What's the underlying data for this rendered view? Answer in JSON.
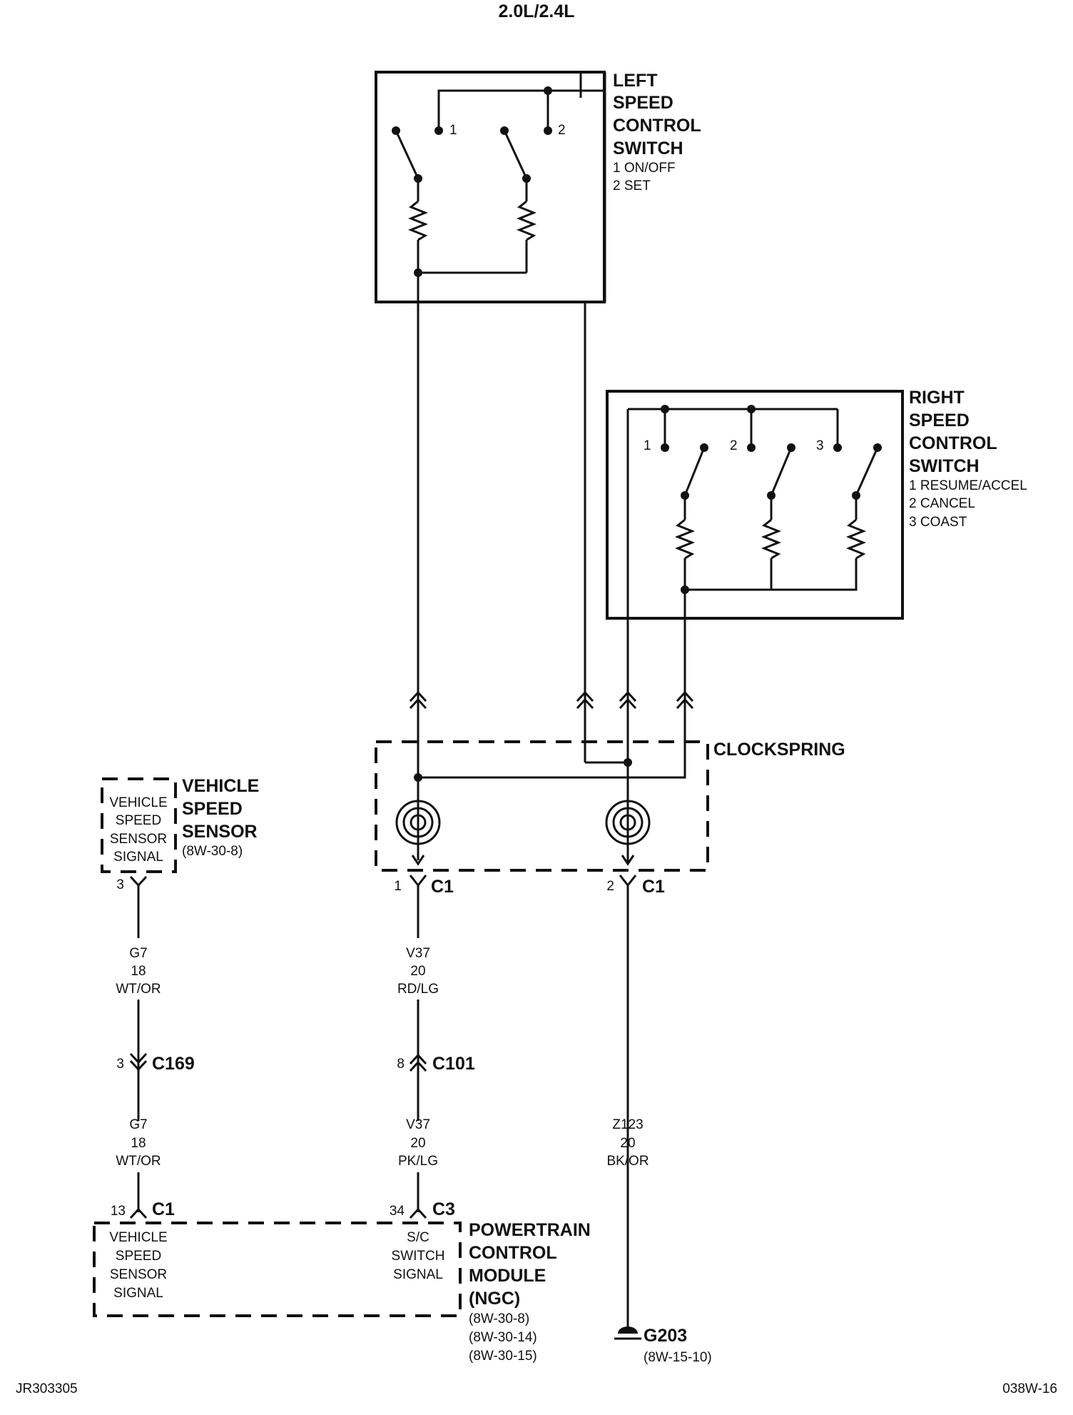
{
  "title": "2.0L/2.4L",
  "left_switch": {
    "name": [
      "LEFT",
      "SPEED",
      "CONTROL",
      "SWITCH"
    ],
    "items": [
      "1 ON/OFF",
      "2 SET"
    ],
    "pin_labels": [
      "1",
      "2"
    ]
  },
  "right_switch": {
    "name": [
      "RIGHT",
      "SPEED",
      "CONTROL",
      "SWITCH"
    ],
    "items": [
      "1 RESUME/ACCEL",
      "2 CANCEL",
      "3 COAST"
    ],
    "pin_labels": [
      "1",
      "2",
      "3"
    ]
  },
  "clockspring": {
    "name": "CLOCKSPRING",
    "connectors": [
      {
        "pin": "1",
        "name": "C1"
      },
      {
        "pin": "2",
        "name": "C1"
      }
    ]
  },
  "vss": {
    "name": [
      "VEHICLE",
      "SPEED",
      "SENSOR"
    ],
    "ref": "(8W-30-8)",
    "inner": [
      "VEHICLE",
      "SPEED",
      "SENSOR",
      "SIGNAL"
    ],
    "pin": "3"
  },
  "wires": {
    "g7_upper": [
      "G7",
      "18",
      "WT/OR"
    ],
    "g7_lower": [
      "G7",
      "18",
      "WT/OR"
    ],
    "v37_upper": [
      "V37",
      "20",
      "RD/LG"
    ],
    "v37_lower": [
      "V37",
      "20",
      "PK/LG"
    ],
    "z123": [
      "Z123",
      "20",
      "BK/OR"
    ]
  },
  "c169": {
    "pin": "3",
    "name": "C169"
  },
  "c101": {
    "pin": "8",
    "name": "C101"
  },
  "pcm": {
    "name": [
      "POWERTRAIN",
      "CONTROL",
      "MODULE",
      "(NGC)"
    ],
    "refs": [
      "(8W-30-8)",
      "(8W-30-14)",
      "(8W-30-15)"
    ],
    "c1": {
      "pin": "13",
      "name": "C1",
      "inner": [
        "VEHICLE",
        "SPEED",
        "SENSOR",
        "SIGNAL"
      ]
    },
    "c3": {
      "pin": "34",
      "name": "C3",
      "inner": [
        "S/C",
        "SWITCH",
        "SIGNAL"
      ]
    }
  },
  "ground": {
    "name": "G203",
    "ref": "(8W-15-10)"
  },
  "footer": {
    "left": "JR303305",
    "right": "038W-16"
  }
}
